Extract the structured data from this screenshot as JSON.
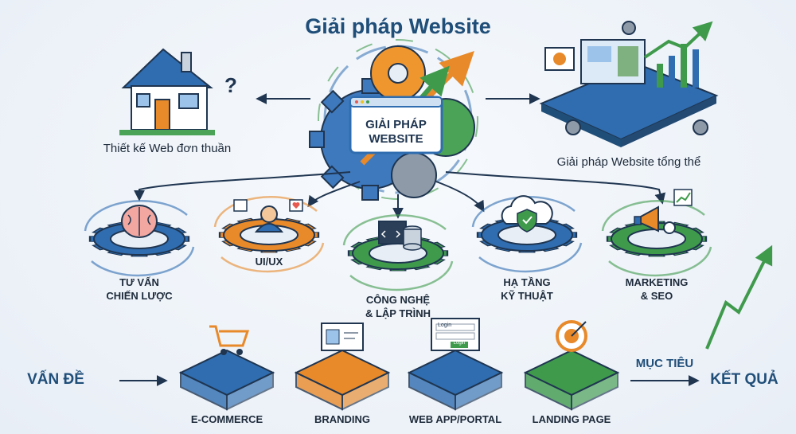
{
  "title": "Giải pháp Website",
  "center_badge": {
    "line1": "GIẢI PHÁP",
    "line2": "WEBSITE"
  },
  "left_option": {
    "label": "Thiết kế Web đơn thuần",
    "mark": "?"
  },
  "right_option": {
    "label": "Giải pháp Website tổng thể"
  },
  "services": [
    {
      "label": "TƯ VẤN\nCHIẾN LƯỢC",
      "icon": "brain-icon",
      "color": "#2f6db0"
    },
    {
      "label": "UI/UX",
      "icon": "user-profile-icon",
      "color": "#e8892a"
    },
    {
      "label": "CÔNG NGHỆ\n& LẬP TRÌNH",
      "icon": "code-database-icon",
      "color": "#3f9a4c"
    },
    {
      "label": "HẠ TẦNG\nKỸ THUẬT",
      "icon": "cloud-shield-icon",
      "color": "#2f6db0"
    },
    {
      "label": "MARKETING\n& SEO",
      "icon": "megaphone-chart-icon",
      "color": "#3f9a4c"
    }
  ],
  "blocks": [
    {
      "label": "E-COMMERCE",
      "icon": "shopping-cart-icon",
      "color": "#2f6db0"
    },
    {
      "label": "BRANDING",
      "icon": "id-card-icon",
      "color": "#e8892a"
    },
    {
      "label": "WEB APP/PORTAL",
      "icon": "login-form-icon",
      "color": "#2f6db0"
    },
    {
      "label": "LANDING PAGE",
      "icon": "target-icon",
      "color": "#3f9a4c"
    }
  ],
  "login_form": {
    "field_label": "Login",
    "button": "Login"
  },
  "flow": {
    "start": "VẤN ĐỀ",
    "goal": "MỤC TIÊU",
    "end": "KẾT QUẢ"
  },
  "colors": {
    "blue": "#2f6db0",
    "orange": "#e8892a",
    "green": "#3f9a4c",
    "navy": "#1f4e79"
  }
}
